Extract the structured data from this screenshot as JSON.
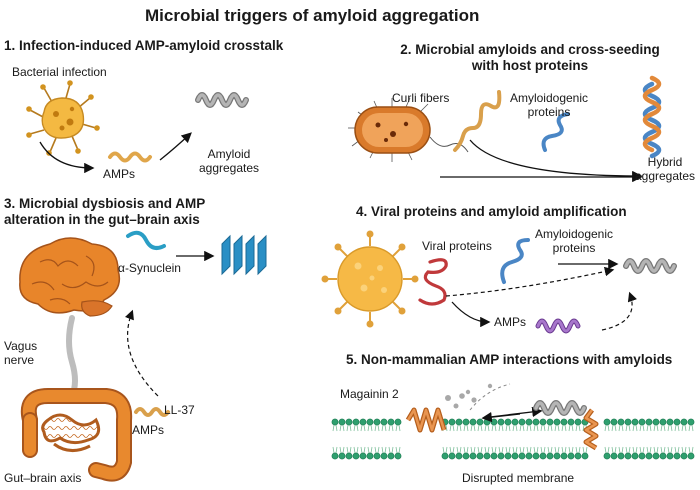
{
  "title": "Microbial triggers of amyloid aggregation",
  "panel1": {
    "heading": "1. Infection-induced AMP-amyloid crosstalk",
    "bacterial_infection": "Bacterial infection",
    "amps": "AMPs",
    "amyloid_line1": "Amyloid",
    "amyloid_line2": "aggregates"
  },
  "panel2": {
    "heading_line1": "2. Microbial amyloids and cross-seeding",
    "heading_line2": "with host proteins",
    "curli": "Curli fibers",
    "amyloidogenic_line1": "Amyloidogenic",
    "amyloidogenic_line2": "proteins",
    "hybrid_line1": "Hybrid",
    "hybrid_line2": "aggregates"
  },
  "panel3": {
    "heading_line1": "3. Microbial dysbiosis and AMP",
    "heading_line2": "alteration in the gut–brain axis",
    "synuclein": "α-Synuclein",
    "vagus_line1": "Vagus",
    "vagus_line2": "nerve",
    "ll37": "LL-37",
    "amps": "AMPs",
    "gut_brain": "Gut–brain axis"
  },
  "panel4": {
    "heading": "4. Viral proteins and amyloid amplification",
    "viral": "Viral proteins",
    "amyloidogenic_line1": "Amyloidogenic",
    "amyloidogenic_line2": "proteins",
    "amps": "AMPs"
  },
  "panel5": {
    "heading": "5. Non-mammalian AMP interactions with amyloids",
    "magainin": "Magainin 2",
    "disrupted": "Disrupted membrane"
  },
  "colors": {
    "amp_orange": "#e0a64a",
    "amyloid_gray": "#9a9a9a",
    "protein_blue": "#4a86c5",
    "viral_red": "#c0393b",
    "amp_purple": "#8a56b0",
    "bacteria_yellow": "#f4b942",
    "brain_orange": "#e8852a",
    "membrane_green": "#2e9f6e"
  }
}
